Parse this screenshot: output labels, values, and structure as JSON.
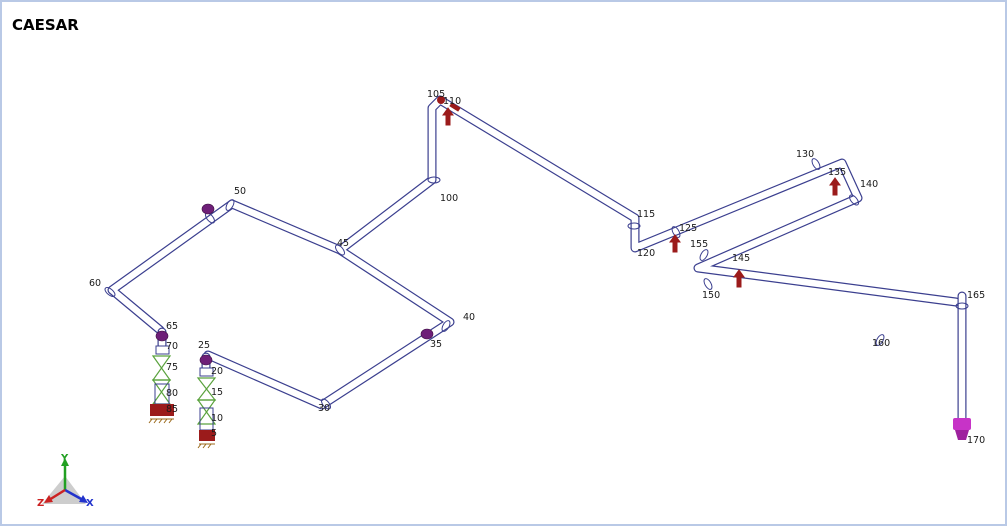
{
  "app": {
    "title": "CAESAR"
  },
  "colors": {
    "pipe": "#3b3f8f",
    "restraint": "#9b1b1b",
    "hanger": "#6e1f78",
    "spring": "#5aa23d",
    "nozzle": "#c733c7",
    "axis_x": "#2233cc",
    "axis_y": "#22a022",
    "axis_z": "#cc2222"
  },
  "nodes": [
    {
      "id": "n105",
      "label": "105"
    },
    {
      "id": "n110",
      "label": "110"
    },
    {
      "id": "n100",
      "label": "100"
    },
    {
      "id": "n50",
      "label": "50"
    },
    {
      "id": "n45",
      "label": "45"
    },
    {
      "id": "n60",
      "label": "60"
    },
    {
      "id": "n65",
      "label": "65"
    },
    {
      "id": "n70",
      "label": "70"
    },
    {
      "id": "n75",
      "label": "75"
    },
    {
      "id": "n80",
      "label": "80"
    },
    {
      "id": "n85",
      "label": "85"
    },
    {
      "id": "n25",
      "label": "25"
    },
    {
      "id": "n20",
      "label": "20"
    },
    {
      "id": "n15",
      "label": "15"
    },
    {
      "id": "n10",
      "label": "10"
    },
    {
      "id": "n5",
      "label": "5"
    },
    {
      "id": "n40",
      "label": "40"
    },
    {
      "id": "n35",
      "label": "35"
    },
    {
      "id": "n30",
      "label": "30"
    },
    {
      "id": "n115",
      "label": "115"
    },
    {
      "id": "n120",
      "label": "120"
    },
    {
      "id": "n125",
      "label": "125"
    },
    {
      "id": "n130",
      "label": "130"
    },
    {
      "id": "n135",
      "label": "135"
    },
    {
      "id": "n140",
      "label": "140"
    },
    {
      "id": "n145",
      "label": "145"
    },
    {
      "id": "n150",
      "label": "150"
    },
    {
      "id": "n155",
      "label": "155"
    },
    {
      "id": "n160",
      "label": "160"
    },
    {
      "id": "n165",
      "label": "165"
    },
    {
      "id": "n170",
      "label": "170"
    }
  ],
  "axes": {
    "x": "X",
    "y": "Y",
    "z": "Z"
  }
}
